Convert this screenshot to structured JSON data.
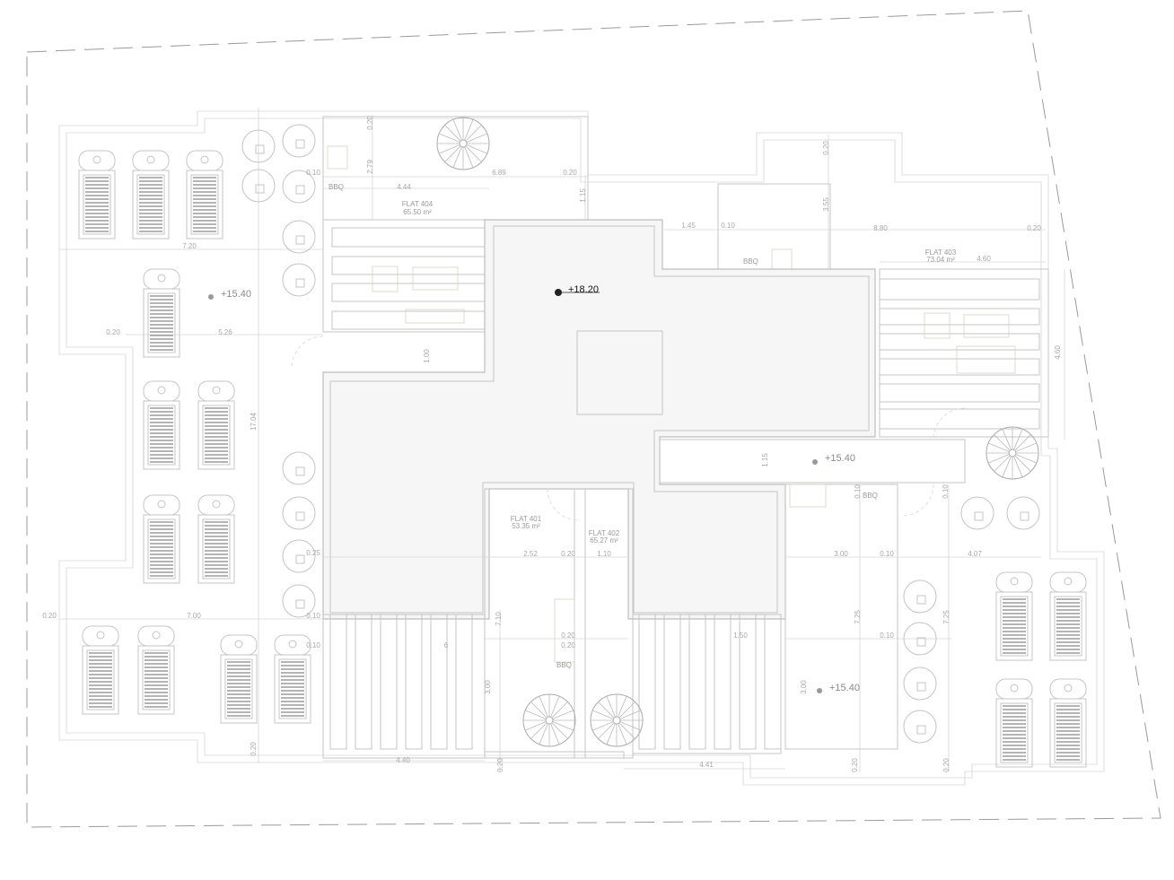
{
  "flats": [
    {
      "name": "FLAT 404",
      "area": "65.50 m²"
    },
    {
      "name": "FLAT 403",
      "area": "73.04 m²"
    },
    {
      "name": "FLAT 401",
      "area": "53.35 m²"
    },
    {
      "name": "FLAT 402",
      "area": "65.27 m²"
    }
  ],
  "levels": {
    "roof": "+18.20",
    "terrace_a": "+15.40",
    "terrace_b": "+15.40",
    "terrace_c": "+15.40"
  },
  "bbq_label": "BBQ",
  "dimensions": [
    "0.20",
    "0.10",
    "2.79",
    "6.89",
    "0.20",
    "4.44",
    "1.15",
    "0.20",
    "3.55",
    "1.45",
    "0.10",
    "8.80",
    "0.20",
    "4.60",
    "4.60",
    "7.20",
    "0.20",
    "5.26",
    "1.00",
    "17.04",
    "1.15",
    "0.10",
    "0.10",
    "2.52",
    "0.20",
    "1.10",
    "3.00",
    "0.10",
    "4.07",
    "0.25",
    "0.20",
    "7.00",
    "0.10",
    "0.10",
    "7.10",
    "0.20",
    "0.20",
    "6",
    "1.50",
    "7.25",
    "0.10",
    "7.25",
    "3.00",
    "3.00",
    "0.20",
    "4.40",
    "0.20",
    "4.41",
    "0.20",
    "0.20"
  ],
  "colors": {
    "line": "#c4c4c4",
    "furniture": "#d9cfc0",
    "mass": "#f6f6f6"
  }
}
